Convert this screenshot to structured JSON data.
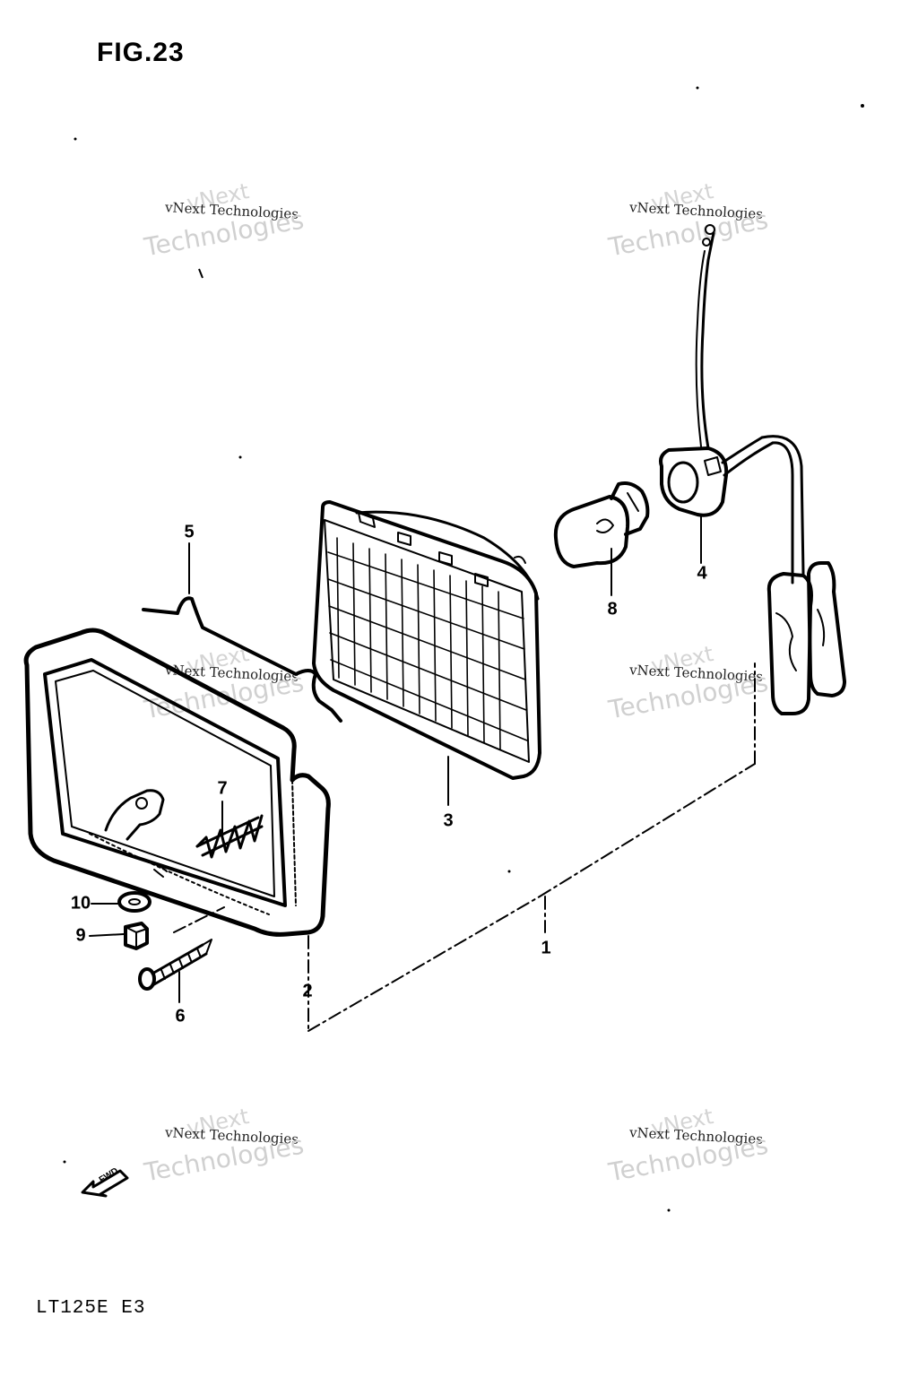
{
  "figure": {
    "title": "FIG.23",
    "model": "LT125E  E3"
  },
  "callouts": [
    {
      "id": "1",
      "label": "1"
    },
    {
      "id": "2",
      "label": "2"
    },
    {
      "id": "3",
      "label": "3"
    },
    {
      "id": "4",
      "label": "4"
    },
    {
      "id": "5",
      "label": "5"
    },
    {
      "id": "6",
      "label": "6"
    },
    {
      "id": "7",
      "label": "7"
    },
    {
      "id": "8",
      "label": "8"
    },
    {
      "id": "9",
      "label": "9"
    },
    {
      "id": "10",
      "label": "10"
    }
  ],
  "watermark": {
    "line1": "vNext",
    "line2": "vNext Technologies",
    "line3": "Technologies"
  },
  "fwd_label": "FWD"
}
